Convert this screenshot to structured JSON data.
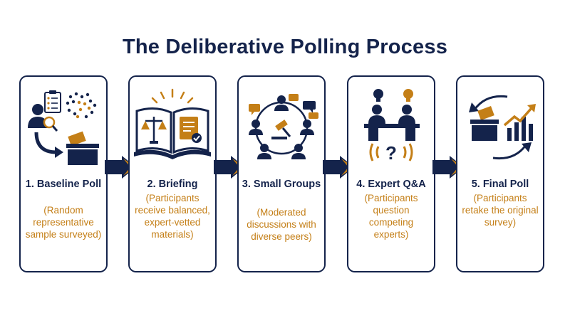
{
  "title": "The Deliberative Polling Process",
  "colors": {
    "navy": "#14234b",
    "gold": "#c47f17"
  },
  "steps": [
    {
      "title": "1. Baseline Poll",
      "desc": "(Random representative sample surveyed)",
      "icon": "baseline-poll-icon"
    },
    {
      "title": "2. Briefing",
      "desc": "(Participants receive balanced, expert-vetted materials)",
      "icon": "briefing-book-icon"
    },
    {
      "title": "3. Small Groups",
      "desc": "(Moderated discussions with diverse peers)",
      "icon": "small-groups-icon"
    },
    {
      "title": "4. Expert Q&A",
      "desc": "(Participants question competing experts)",
      "icon": "expert-qa-icon"
    },
    {
      "title": "5. Final Poll",
      "desc": "(Participants retake the original survey)",
      "icon": "final-poll-icon"
    }
  ]
}
